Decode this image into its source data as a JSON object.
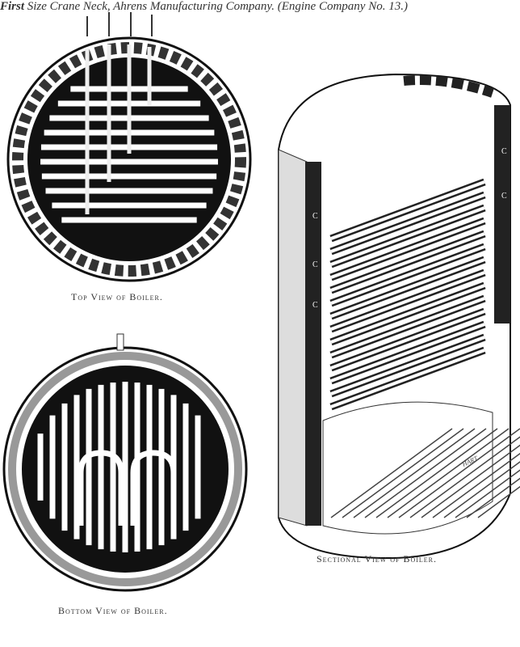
{
  "captions": {
    "top_view": "Top View of Boiler.",
    "bottom_view": "Bottom View of Boiler.",
    "sectional_view": "Sectional View of Boiler.",
    "main_first": "First",
    "main_rest": " Size Crane Neck, Ahrens Manufacturing Company.   (Engine Company No. 13.)"
  },
  "engraver_signature": "HART",
  "section_labels": [
    "C",
    "C",
    "C",
    "C",
    "C"
  ]
}
